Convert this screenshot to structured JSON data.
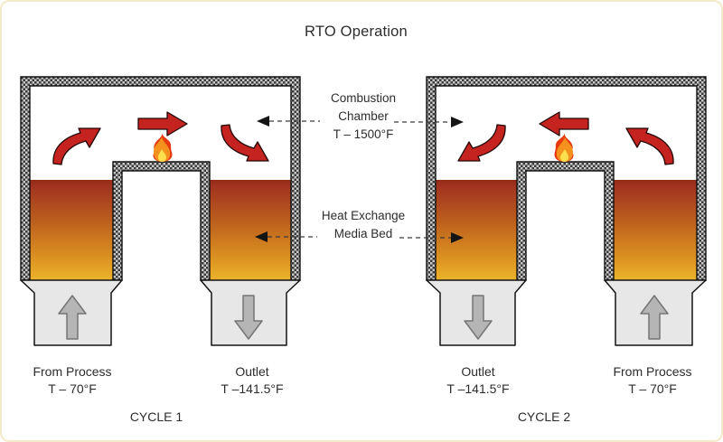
{
  "page": {
    "title": "RTO Operation",
    "background": "#ffffff",
    "border_color": "#f5ebcb"
  },
  "annotations": {
    "combustion_chamber": {
      "line1": "Combustion",
      "line2": "Chamber",
      "temperature": "T – 1500°F"
    },
    "heat_exchange": {
      "line1": "Heat Exchange",
      "line2": "Media Bed"
    }
  },
  "units": [
    {
      "id": "cycle-1",
      "cycle_label": "CYCLE 1",
      "flow_direction": "left-to-right",
      "left_duct": {
        "label": "From Process",
        "temperature": "T – 70°F",
        "flow": "up"
      },
      "right_duct": {
        "label": "Outlet",
        "temperature": "T –141.5°F",
        "flow": "down"
      }
    },
    {
      "id": "cycle-2",
      "cycle_label": "CYCLE 2",
      "flow_direction": "right-to-left",
      "left_duct": {
        "label": "Outlet",
        "temperature": "T –141.5°F",
        "flow": "down"
      },
      "right_duct": {
        "label": "From Process",
        "temperature": "T – 70°F",
        "flow": "up"
      }
    }
  ],
  "icons": {
    "flame": "flame-icon",
    "hot_flow_straight": "flow-arrow-icon",
    "hot_flow_curved": "curved-flow-arrow-icon",
    "duct_flow": "duct-flow-arrow-icon",
    "leader_arrowhead": "leader-arrowhead-icon"
  },
  "colors": {
    "hot_arrow": "#c42320",
    "hot_arrow_outline": "#230707",
    "media_top": "#932b17",
    "media_mid": "#bb5d1e",
    "media_bottom": "#ecb32b",
    "wall_dark": "#3b3b3b",
    "wall_light": "#c9c9c9",
    "wall_outline": "#111111",
    "duct_fill": "#e7e7e7",
    "duct_outline": "#141414",
    "cold_arrow_fill": "#b5b5b5",
    "cold_arrow_outline": "#757575",
    "flame_outer": "#e8390f",
    "flame_mid": "#f5921e",
    "flame_core": "#ffdf4e",
    "leader_line": "#3a3a3a",
    "text": "#2d2d2d"
  }
}
